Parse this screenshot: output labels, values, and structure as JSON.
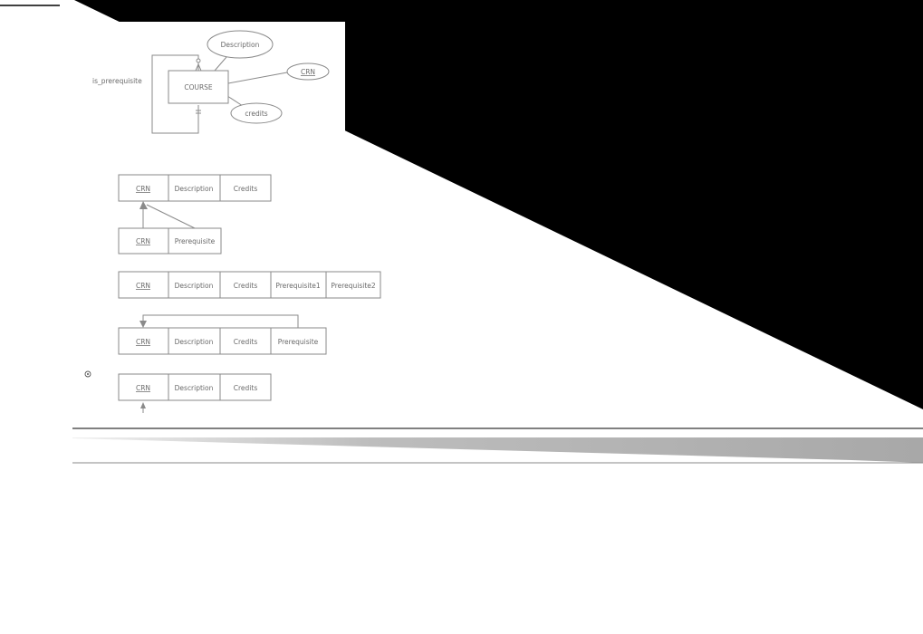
{
  "er": {
    "entity": "COURSE",
    "relationship": "is_prerequisite",
    "attributes": [
      "Description",
      "CRN",
      "credits"
    ]
  },
  "tables": [
    {
      "cells": [
        "CRN",
        "Description",
        "Credits"
      ]
    },
    {
      "cells": [
        "CRN",
        "Prerequisite"
      ]
    },
    {
      "cells": [
        "CRN",
        "Description",
        "Credits",
        "Prerequisite1",
        "Prerequisite2"
      ]
    },
    {
      "cells": [
        "CRN",
        "Description",
        "Credits",
        "Prerequisite"
      ]
    },
    {
      "cells": [
        "CRN",
        "Description",
        "Credits"
      ]
    }
  ]
}
